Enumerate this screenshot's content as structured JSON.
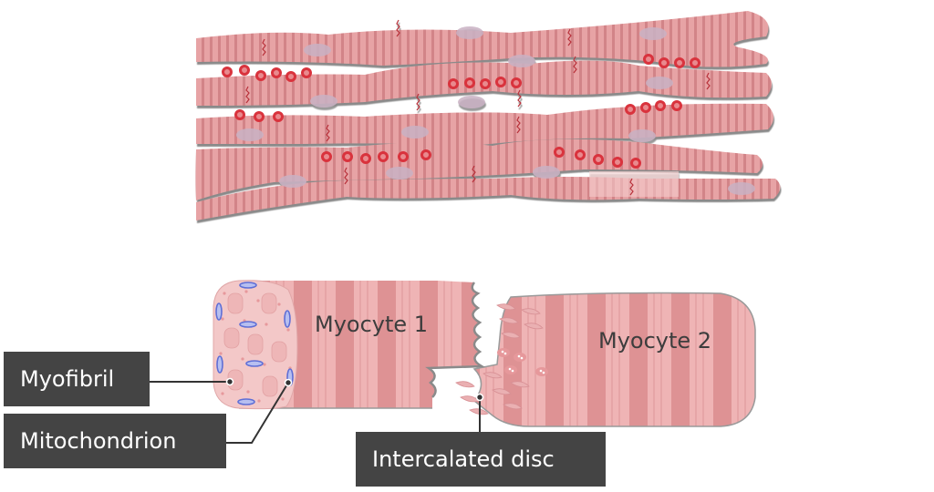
{
  "title": "Cardiac muscle tissue",
  "labels": {
    "myofibril": "Myofibril",
    "mitochondrion": "Mitochondrion",
    "intercalated_disc": "Intercalated disc",
    "myocyte_1": "Myocyte 1",
    "myocyte_2": "Myocyte 2"
  },
  "colors": {
    "fiber": "#e39a9c",
    "fiber_light": "#efb8b9",
    "fiber_stripe": "#cf7a7e",
    "shadow": "#8f8f8f",
    "nucleus": "#c9b2c4",
    "blood_cell": "#d9333d",
    "blood_cell_center": "#e98a8e",
    "disc_line": "#b8303a",
    "mitochondria": "#5f6fd6",
    "mito_halo": "#b7bff0",
    "label_bg": "#444444",
    "label_text": "#ffffff",
    "leader": "#333333"
  }
}
